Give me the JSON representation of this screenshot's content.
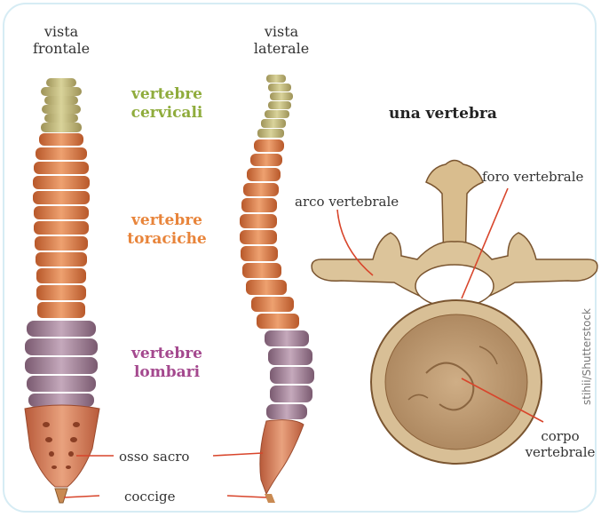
{
  "views": {
    "frontal": "vista\nfrontale",
    "lateral": "vista\nlaterale"
  },
  "regions": {
    "cervical": "vertebre\ncervicali",
    "thoracic": "vertebre\ntoraciche",
    "lumbar": "vertebre\nlombari"
  },
  "spine_labels": {
    "sacrum": "osso sacro",
    "coccyx": "coccige"
  },
  "vertebra": {
    "title": "una vertebra",
    "arch": "arco vertebrale",
    "foramen": "foro vertebrale",
    "body": "corpo\nvertebrale"
  },
  "credit": "stihii/Shutterstock",
  "colors": {
    "cervical": "#8fac3c",
    "thoracic": "#e8843a",
    "lumbar": "#a4488e",
    "pointer": "#d8452b",
    "bone": "#dcc49a",
    "frame": "#d6ecf4"
  }
}
